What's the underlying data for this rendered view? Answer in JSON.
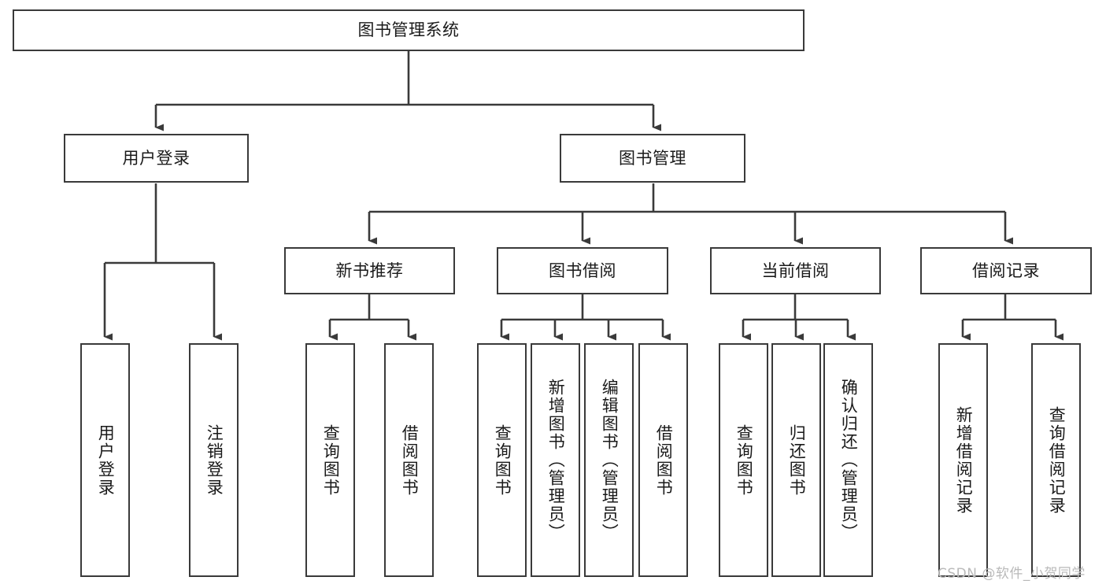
{
  "diagram": {
    "title": "图书管理系统",
    "type": "tree-hierarchy",
    "watermark": "CSDN @软件_小贺同学",
    "colors": {
      "background": "#ffffff",
      "box_border": "#3a3a3a",
      "text": "#1a1a1a",
      "edge": "#3a3a3a",
      "watermark": "#b9b9b9"
    },
    "root": {
      "label": "图书管理系统"
    },
    "level2": [
      {
        "label": "用户登录"
      },
      {
        "label": "图书管理"
      }
    ],
    "level3": [
      {
        "label": "新书推荐"
      },
      {
        "label": "图书借阅"
      },
      {
        "label": "当前借阅"
      },
      {
        "label": "借阅记录"
      }
    ],
    "leaves": {
      "user_login": [
        {
          "label": "用户登录"
        },
        {
          "label": "注销登录"
        }
      ],
      "new_book_recommend": [
        {
          "label": "查询图书"
        },
        {
          "label": "借阅图书"
        }
      ],
      "book_borrow": [
        {
          "label": "查询图书"
        },
        {
          "label": "新增图书（管理员）"
        },
        {
          "label": "编辑图书（管理员）"
        },
        {
          "label": "借阅图书"
        }
      ],
      "current_borrow": [
        {
          "label": "查询图书"
        },
        {
          "label": "归还图书"
        },
        {
          "label": "确认归还（管理员）"
        }
      ],
      "borrow_record": [
        {
          "label": "新增借阅记录"
        },
        {
          "label": "查询借阅记录"
        }
      ]
    }
  }
}
